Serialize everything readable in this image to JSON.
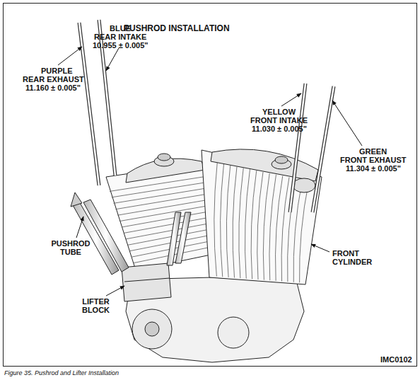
{
  "diagram": {
    "title": "PUSHROD INSTALLATION",
    "caption": "Figure 35.  Pushrod and Lifter Installation",
    "labels": [
      "PURPLE",
      "REAR EXHAUST",
      "11.160 ± 0.005\"",
      "BLUE",
      "REAR INTAKE",
      "10.955 ± 0.005\"",
      "YELLOW",
      "FRONT INTAKE",
      "11.030 ± 0.005\"",
      "GREEN",
      "FRONT EXHAUST",
      "11.304 ± 0.005\"",
      "PUSHROD TUBE",
      "LIFTER BLOCK",
      "FRONT CYLINDER",
      "IMC0102"
    ]
  }
}
